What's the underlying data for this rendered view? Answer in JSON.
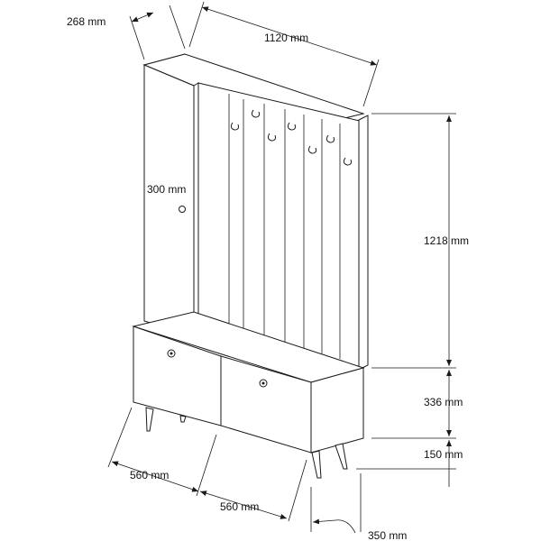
{
  "dimensions": {
    "depth_top": "268 mm",
    "width_total": "1120 mm",
    "tall_unit_width": "300 mm",
    "panel_height": "1218 mm",
    "bench_height": "336 mm",
    "leg_height": "150 mm",
    "drawer_left_width": "560 mm",
    "drawer_right_width": "560 mm",
    "bench_depth": "350 mm"
  }
}
